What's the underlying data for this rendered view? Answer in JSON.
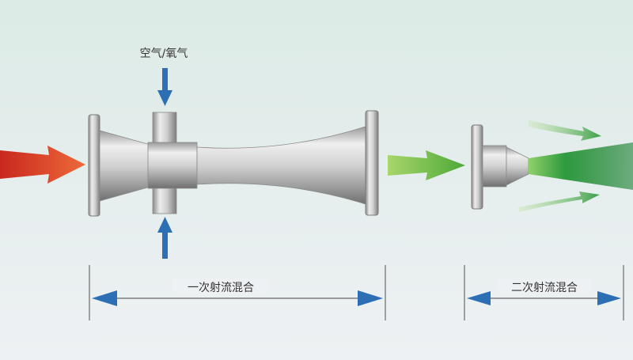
{
  "labels": {
    "inlet": "空气/氧气",
    "stage1": "一次射流混合",
    "stage2": "二次射流混合"
  },
  "colors": {
    "background_top": "#dfece8",
    "background_bottom": "#eef1f3",
    "metal_light": "#e6e6e6",
    "metal_dark": "#8f8f8f",
    "feed_arrow": "#d8402e",
    "mid_arrow": "#7ac043",
    "jet_green": "#2f9a3f",
    "blue_arrow": "#2c6fb5"
  }
}
